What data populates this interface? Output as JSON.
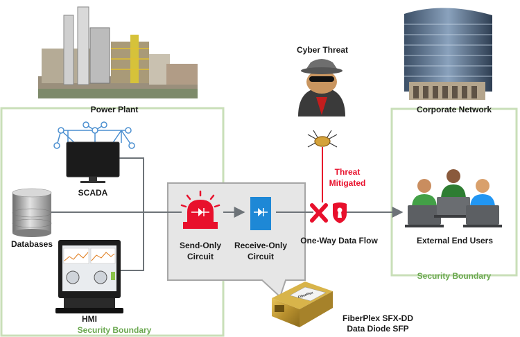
{
  "power_plant": {
    "label": "Power Plant"
  },
  "corporate": {
    "label": "Corporate Network"
  },
  "threat": {
    "label": "Cyber Threat",
    "mitigated_line1": "Threat",
    "mitigated_line2": "Mitigated"
  },
  "scada": {
    "label": "SCADA"
  },
  "databases": {
    "label": "Databases"
  },
  "hmi": {
    "label": "HMI"
  },
  "boundary_left": {
    "label": "Security Boundary"
  },
  "boundary_right": {
    "label": "Security Boundary"
  },
  "send_circuit": {
    "line1": "Send-Only",
    "line2": "Circuit"
  },
  "receive_circuit": {
    "line1": "Receive-Only",
    "line2": "Circuit"
  },
  "flow": {
    "label": "One-Way Data Flow"
  },
  "users": {
    "label": "External End Users"
  },
  "product": {
    "line1": "FiberPlex SFX-DD",
    "line2": "Data Diode SFP",
    "module_text": "FiberPlex"
  },
  "colors": {
    "boundary": "#c9dfb8",
    "boundary_text": "#6aa84f",
    "threat_red": "#e8102c",
    "diode_blue": "#1e88d6",
    "line_gray": "#6d7378"
  },
  "icons": [
    "power-plant-icon",
    "corporate-building-icon",
    "hacker-icon",
    "bug-icon",
    "network-nodes-icon",
    "monitor-icon",
    "database-icon",
    "hmi-terminal-icon",
    "alarm-light-icon",
    "diode-block-icon",
    "x-mark-icon",
    "shield-lock-icon",
    "users-icon",
    "sfp-module-icon"
  ]
}
